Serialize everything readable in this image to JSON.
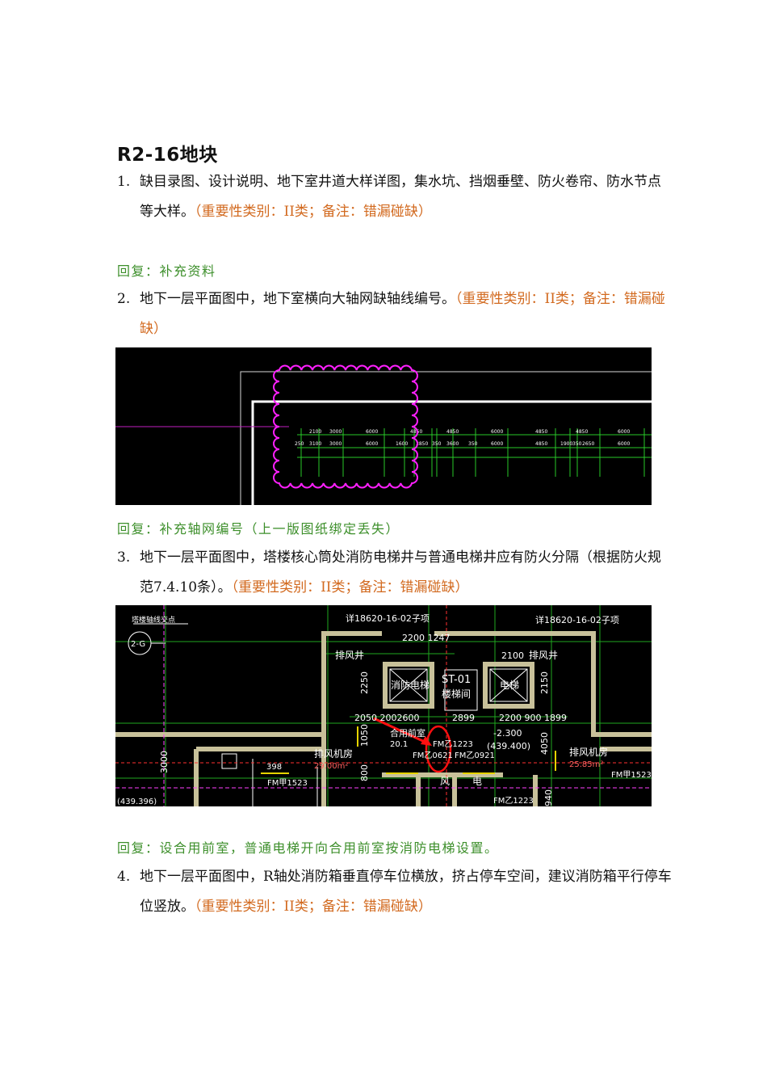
{
  "title": "R2-16地块",
  "items": [
    {
      "num": "1.",
      "text": "缺目录图、设计说明、地下室井道大样详图，集水坑、挡烟垂壁、防火卷帘、防水节点等大样。",
      "severity": "（重要性类别：II类；备注：错漏碰缺）",
      "reply": "回复：补充资料"
    },
    {
      "num": "2.",
      "text": "地下一层平面图中，地下室横向大轴网缺轴线编号。",
      "severity": "（重要性类别：II类；备注：错漏碰缺）",
      "reply": "回复：补充轴网编号（上一版图纸绑定丢失）"
    },
    {
      "num": "3.",
      "text": "地下一层平面图中，塔楼核心筒处消防电梯井与普通电梯井应有防火分隔（根据防火规范7.4.10条）。",
      "severity": "（重要性类别：II类；备注：错漏碰缺）",
      "reply": "回复：设合用前室，普通电梯开向合用前室按消防电梯设置。"
    },
    {
      "num": "4.",
      "text": "地下一层平面图中，R轴处消防箱垂直停车位横放，挤占停车空间，建议消防箱平行停车位竖放。",
      "severity": "（重要性类别：II类；备注：错漏碰缺）"
    }
  ],
  "cad1": {
    "dims_row1": [
      "2100",
      "3000",
      "6000",
      "4850",
      "4850",
      "6000",
      "4850",
      "4850",
      "6000"
    ],
    "dims_row2": [
      "250",
      "3100",
      "3000",
      "6000",
      "1600",
      "3850",
      "350",
      "3600",
      "350",
      "6000",
      "4850",
      "1900",
      "350",
      "2650",
      "6000"
    ]
  },
  "cad2": {
    "labels": {
      "axis_note": "塔楼轴线交点",
      "axis_tag": "2-G",
      "ref_left": "详18620-16-02子项",
      "ref_right": "详18620-16-02子项",
      "dim_top": "2200   1247",
      "shaft_left": "排风井",
      "shaft_right": "排风井",
      "dim_right_top": "2100",
      "elev_fire": "消防电梯",
      "stair_code": "ST-01",
      "stair_name": "楼梯间",
      "elev_normal": "电梯",
      "dim_2250": "2250",
      "dim_2150": "2150",
      "dims_mid": "2050  2002600",
      "dim_2899": "2899",
      "dims_mid_right": "2200  900  1899",
      "anteroom": "合用前室",
      "area_small": "20.1",
      "fm1": "FM乙1223",
      "fm2": "FM乙0621",
      "fm3": "FM乙0921",
      "level": "-2.300",
      "level_abs": "(439.400)",
      "dim_4050": "4050",
      "dim_1050": "1050",
      "room_left": "排风机房",
      "room_left_area": "29.00m²",
      "room_right": "排风机房",
      "room_right_area": "25.85m²",
      "dim_398": "398",
      "dim_3000": "3000",
      "dim_800": "800",
      "fm_left": "FM甲1523",
      "fm_right": "FM甲1523",
      "fm_bottom": "FM乙1223",
      "wind_char": "风",
      "elec_char": "电",
      "level_left": "(439.396)",
      "dim_940": "940"
    }
  }
}
